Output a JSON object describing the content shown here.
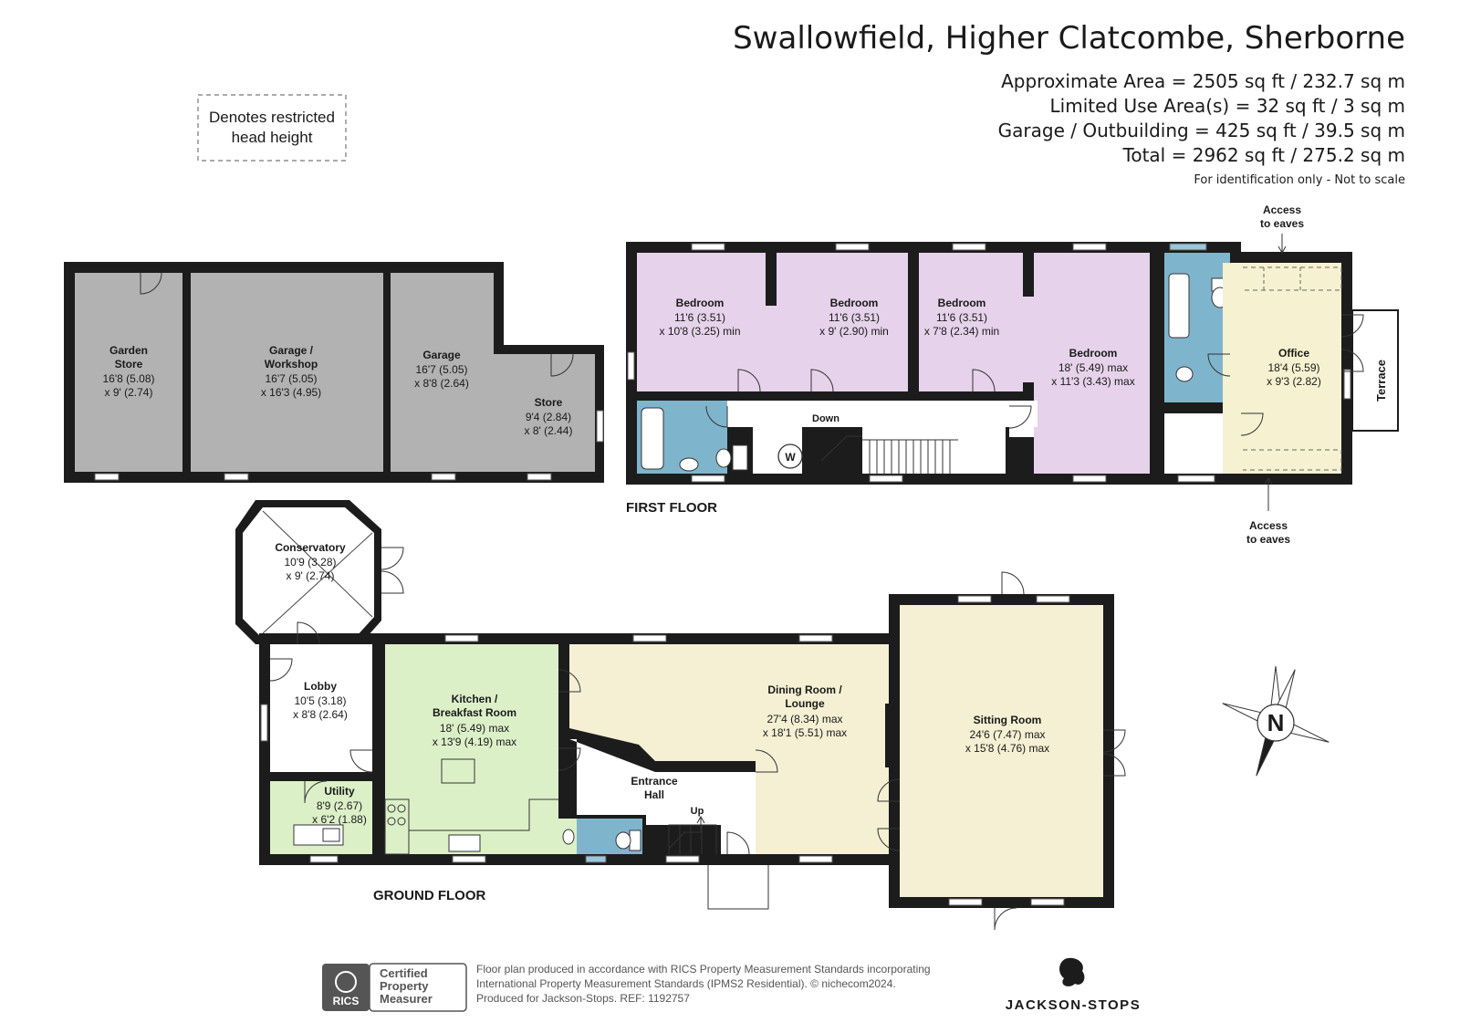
{
  "header": {
    "title": "Swallowfield, Higher Clatcombe, Sherborne",
    "areas": [
      "Approximate Area = 2505 sq ft / 232.7 sq m",
      "Limited Use Area(s) = 32 sq ft / 3 sq m",
      "Garage / Outbuilding = 425 sq ft / 39.5 sq m",
      "Total = 2962 sq ft / 275.2 sq m"
    ],
    "note": "For identification only - Not to scale"
  },
  "legend": {
    "line1": "Denotes restricted",
    "line2": "head height"
  },
  "colors": {
    "wall": "#1c1c1c",
    "garage_fill": "#b3b2b2",
    "bedroom_fill": "#e6d2ea",
    "bathroom_fill": "#7fb5cc",
    "office_fill": "#f6f1d0",
    "kitchen_fill": "#dcf0c8",
    "dining_fill": "#f5f0d3",
    "white_fill": "#ffffff"
  },
  "outbuildings": {
    "garden_store": {
      "name": "Garden\nStore",
      "dims": "16'8 (5.08)\nx 9' (2.74)"
    },
    "garage_workshop": {
      "name": "Garage /\nWorkshop",
      "dims": "16'7 (5.05)\nx 16'3 (4.95)"
    },
    "garage": {
      "name": "Garage",
      "dims": "16'7 (5.05)\nx 8'8 (2.64)"
    },
    "store": {
      "name": "Store",
      "dims": "9'4 (2.84)\nx 8' (2.44)"
    }
  },
  "first_floor": {
    "label": "FIRST FLOOR",
    "bedroom1": {
      "name": "Bedroom",
      "dims": "11'6 (3.51)\nx 10'8 (3.25) min"
    },
    "bedroom2": {
      "name": "Bedroom",
      "dims": "11'6 (3.51)\nx 9' (2.90) min"
    },
    "bedroom3": {
      "name": "Bedroom",
      "dims": "11'6 (3.51)\nx 7'8 (2.34) min"
    },
    "bedroom4": {
      "name": "Bedroom",
      "dims": "18' (5.49) max\nx 11'3 (3.43) max"
    },
    "office": {
      "name": "Office",
      "dims": "18'4 (5.59)\nx 9'3 (2.82)"
    },
    "terrace": "Terrace",
    "down": "Down",
    "w": "W",
    "eaves_top": "Access\nto eaves",
    "eaves_bottom": "Access\nto eaves"
  },
  "ground_floor": {
    "label": "GROUND FLOOR",
    "conservatory": {
      "name": "Conservatory",
      "dims": "10'9 (3.28)\nx 9' (2.74)"
    },
    "lobby": {
      "name": "Lobby",
      "dims": "10'5 (3.18)\nx 8'8 (2.64)"
    },
    "utility": {
      "name": "Utility",
      "dims": "8'9 (2.67)\nx 6'2 (1.88)"
    },
    "kitchen": {
      "name": "Kitchen /\nBreakfast Room",
      "dims": "18' (5.49) max\nx 13'9 (4.19) max"
    },
    "hall": {
      "name": "Entrance\nHall",
      "dims": ""
    },
    "up": "Up",
    "dining": {
      "name": "Dining Room /\nLounge",
      "dims": "27'4 (8.34) max\nx 18'1 (5.51) max"
    },
    "sitting": {
      "name": "Sitting Room",
      "dims": "24'6 (7.47) max\nx 15'8 (4.76) max"
    }
  },
  "compass": "N",
  "footer": {
    "rics": "RICS",
    "badge": "Certified\nProperty\nMeasurer",
    "text": "Floor plan produced in accordance with RICS Property Measurement Standards incorporating\nInternational Property Measurement Standards (IPMS2 Residential).  © nichecom2024.\nProduced for Jackson-Stops.   REF:  1192757",
    "brand": "JACKSON-STOPS"
  }
}
